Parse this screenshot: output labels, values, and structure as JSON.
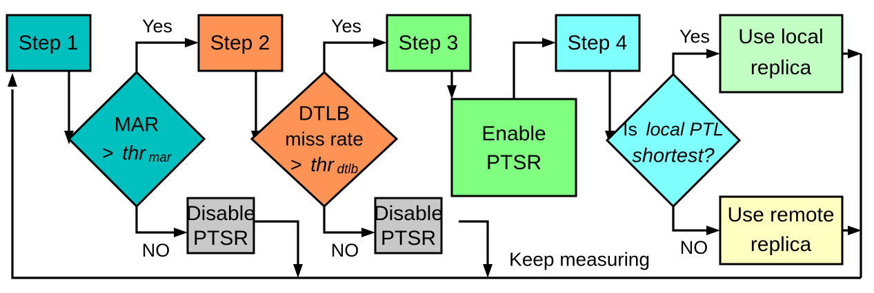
{
  "diagram": {
    "title": "PTSR decision flowchart",
    "background": "#ffffff",
    "stroke": "#000000"
  },
  "colors": {
    "teal": "#00BFBF",
    "orange": "#FF9355",
    "green": "#80FF80",
    "cyan": "#80FFFF",
    "light_green": "#C2FFC2",
    "light_yellow": "#FFFFC2",
    "gray": "#C8C8C8",
    "outline": "#000000"
  },
  "nodes": {
    "step1": {
      "label": "Step 1",
      "shape": "rect",
      "color": "#00BFBF"
    },
    "step2": {
      "label": "Step 2",
      "shape": "rect",
      "color": "#FF9355"
    },
    "step3": {
      "label": "Step 3",
      "shape": "rect",
      "color": "#80FF80"
    },
    "step4": {
      "label": "Step 4",
      "shape": "rect",
      "color": "#80FFFF"
    },
    "mar_decision": {
      "shape": "diamond",
      "color": "#00BFBF",
      "line1": "MAR",
      "line2_op": ">",
      "line2_var": "thr",
      "line2_sub": "mar"
    },
    "dtlb_decision": {
      "shape": "diamond",
      "color": "#FF9355",
      "line1": "DTLB",
      "line2": "miss rate",
      "line3_op": ">",
      "line3_var": "thr",
      "line3_sub": "dtlb"
    },
    "ptl_decision": {
      "shape": "diamond",
      "color": "#80FFFF",
      "line1_plain": "Is",
      "line1_ital": "local PTL",
      "line2_ital": "shortest?"
    },
    "enable_ptsr": {
      "line1": "Enable",
      "line2": "PTSR",
      "shape": "rect",
      "color": "#80FF80"
    },
    "disable_ptsr_1": {
      "line1": "Disable",
      "line2": "PTSR",
      "shape": "rect",
      "color": "#C8C8C8"
    },
    "disable_ptsr_2": {
      "line1": "Disable",
      "line2": "PTSR",
      "shape": "rect",
      "color": "#C8C8C8"
    },
    "use_local": {
      "line1": "Use local",
      "line2": "replica",
      "shape": "rect",
      "color": "#C2FFC2"
    },
    "use_remote": {
      "line1": "Use remote",
      "line2": "replica",
      "shape": "rect",
      "color": "#FFFFC2"
    }
  },
  "edge_labels": {
    "yes_1": "Yes",
    "yes_2": "Yes",
    "yes_3": "Yes",
    "no_1": "NO",
    "no_2": "NO",
    "no_3": "NO",
    "keep_measuring": "Keep measuring"
  }
}
